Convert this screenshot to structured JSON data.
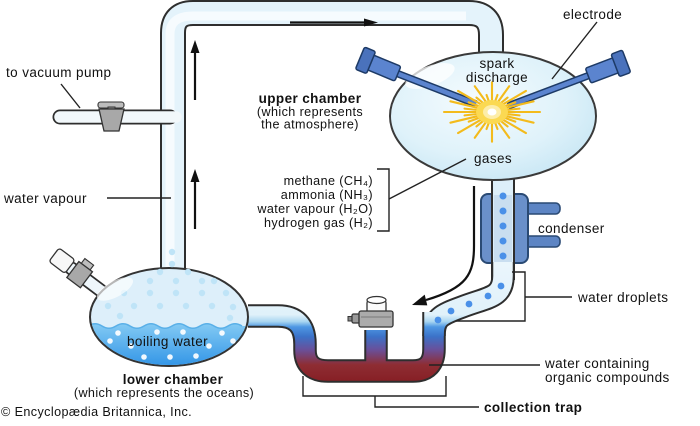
{
  "labels": {
    "to_vacuum_pump": "to vacuum pump",
    "water_vapour": "water vapour",
    "upper_chamber": {
      "title": "upper chamber",
      "sub1": "(which represents",
      "sub2": "the atmosphere)"
    },
    "gas_list": [
      "methane (CH₄)",
      "ammonia (NH₃)",
      "water vapour (H₂O)",
      "hydrogen gas (H₂)"
    ],
    "spark_line1": "spark",
    "spark_line2": "discharge",
    "electrode": "electrode",
    "gases": "gases",
    "condenser": "condenser",
    "water_droplets": "water droplets",
    "water_containing_line1": "water containing",
    "water_containing_line2": "organic compounds",
    "collection_trap": "collection trap",
    "boiling_water": "boiling water",
    "lower_chamber": {
      "title": "lower chamber",
      "sub": "(which represents the oceans)"
    },
    "copyright": "© Encyclopædia Britannica, Inc."
  },
  "colors": {
    "tube_fill": "#e4f3fb",
    "outline": "#2e2e2e",
    "chamber_fill": "#dff2fa",
    "water_top": "#86ccf4",
    "water_bottom": "#2f93e6",
    "organic_red": "#851c22",
    "condenser_blue": "#6a90ca",
    "electrode_blue": "#5b84cf",
    "spark_yellow": "#f3bb1c",
    "droplet_blue": "#4a90e8"
  }
}
